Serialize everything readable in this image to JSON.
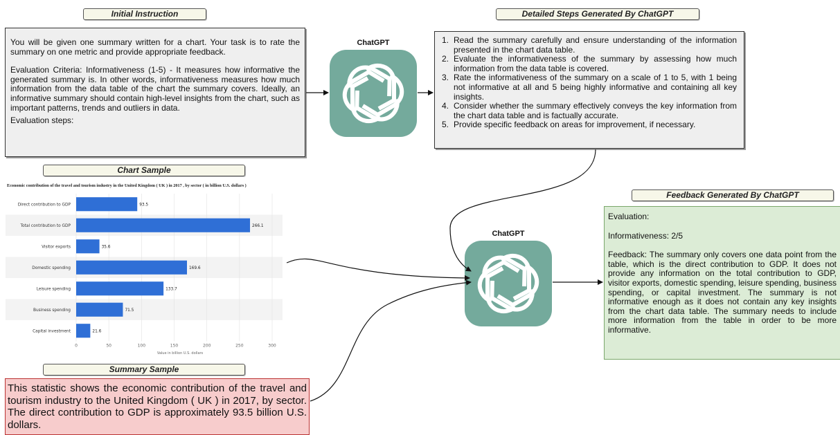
{
  "labels": {
    "initial_instruction": "Initial Instruction",
    "detailed_steps": "Detailed Steps Generated By ChatGPT",
    "chart_sample": "Chart Sample",
    "summary_sample": "Summary Sample",
    "feedback": "Feedback Generated By ChatGPT"
  },
  "chatgpt_label": "ChatGPT",
  "instruction": {
    "p1": "You will be given one summary written for a chart. Your task is to rate the summary on one metric and provide appropriate feedback.",
    "p2": "Evaluation Criteria: Informativeness (1-5) - It measures how informative the generated summary is. In other words, informativeness measures how much information from the data table of the chart the summary covers. Ideally, an informative summary should contain high-level insights from the chart, such as important patterns, trends and outliers in data.",
    "p3": "Evaluation steps:"
  },
  "steps": [
    {
      "num": "1.",
      "text": "Read the summary carefully and ensure understanding of the information presented in the chart data table."
    },
    {
      "num": "2.",
      "text": "Evaluate the informativeness of the summary by assessing how much information from the data table is covered."
    },
    {
      "num": "3.",
      "text": "Rate the informativeness of the summary on a scale of 1 to 5, with 1 being not informative at all and 5 being highly informative and containing all key insights."
    },
    {
      "num": "4.",
      "text": "Consider whether the summary effectively conveys the key information from the chart data table and is factually accurate."
    },
    {
      "num": "5.",
      "text": "Provide specific feedback on areas for improvement, if necessary."
    }
  ],
  "feedback": {
    "heading": "Evaluation:",
    "score": "Informativeness: 2/5",
    "body": "Feedback: The summary only covers one data point from the table, which is the direct contribution to GDP. It does not provide any information on the total contribution to GDP, visitor exports, domestic spending, leisure spending, business spending, or capital investment. The summary is not informative enough as it does not contain any key insights from the chart data table. The summary needs to include more information from the table in order to be more informative."
  },
  "summary": "This statistic shows the economic contribution of the travel and tourism industry to the United Kingdom ( UK ) in 2017, by sector. The direct contribution to GDP is approximately 93.5 billion U.S. dollars.",
  "chart_data": {
    "type": "bar",
    "orientation": "horizontal",
    "title": "Economic contribution of the travel and tourism industry in the United Kingdom ( UK ) in 2017 , by sector ( in billion U.S. dollars )",
    "categories": [
      "Direct contribution to GDP",
      "Total contribution to GDP",
      "Visitor exports",
      "Domestic spending",
      "Leisure spending",
      "Business spending",
      "Capital investment"
    ],
    "values": [
      93.5,
      266.1,
      35.6,
      169.6,
      133.7,
      71.5,
      21.6
    ],
    "value_labels": [
      "93.5",
      "266.1",
      "35.6",
      "169.6",
      "133.7",
      "71.5",
      "21.6"
    ],
    "xlabel": "Value in billion U.S. dollars",
    "ylabel": "",
    "xlim": [
      0,
      300
    ],
    "ticks": [
      0,
      50,
      100,
      150,
      200,
      250,
      300
    ],
    "bar_color": "#2f6fd6",
    "grid": true
  },
  "colors": {
    "logo": "#74aa9c",
    "feedback_bg": "#dcecd6",
    "summary_bg": "#f7cccc",
    "box_bg": "#efefef"
  }
}
